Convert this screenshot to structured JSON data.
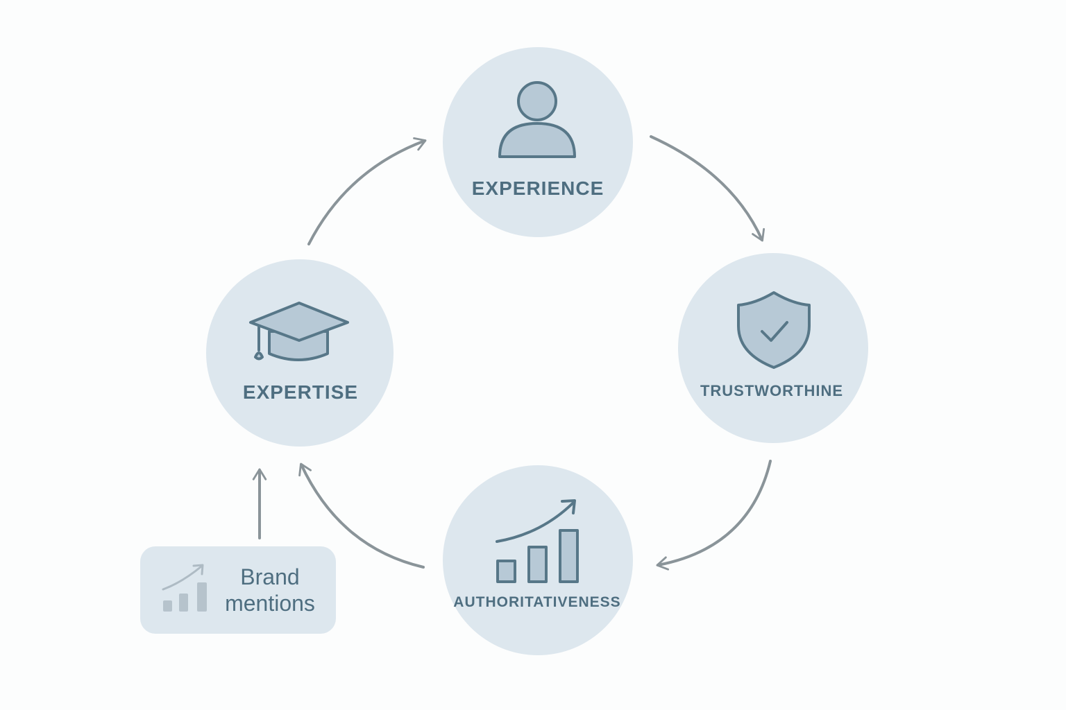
{
  "nodes": {
    "experience": {
      "label": "EXPERIENCE",
      "icon": "user-icon"
    },
    "trustworthiness": {
      "label": "TRUSTWORTHINE",
      "icon": "shield-check-icon"
    },
    "authoritativeness": {
      "label": "AUTHORITATIVENESS",
      "icon": "growth-chart-icon"
    },
    "expertise": {
      "label": "EXPERTISE",
      "icon": "graduation-cap-icon"
    }
  },
  "brand": {
    "line1": "Brand",
    "line2": "mentions",
    "icon": "growth-chart-icon"
  },
  "colors": {
    "circle": "#dde7ee",
    "text": "#4e6e80",
    "arrow": "#8a9499",
    "background": "#fcfdfd"
  }
}
